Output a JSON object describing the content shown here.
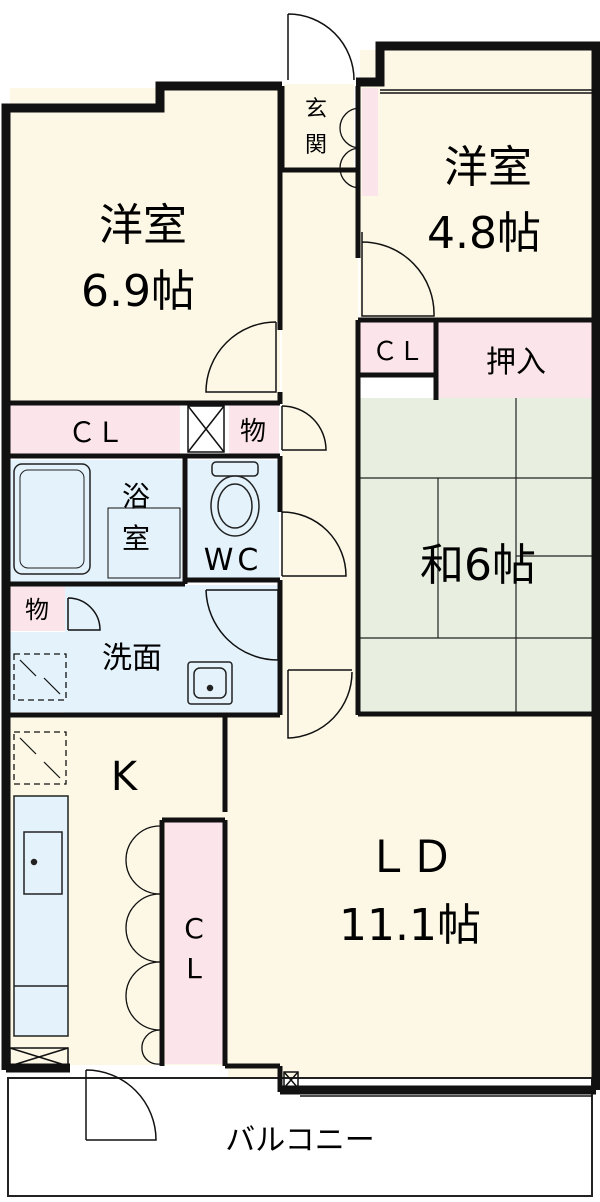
{
  "rooms": {
    "western_room_left": {
      "name": "洋室",
      "size": "6.9帖"
    },
    "western_room_right": {
      "name": "洋室",
      "size": "4.8帖"
    },
    "japanese_room": {
      "label": "和6帖"
    },
    "living_dining": {
      "name": "ＬＤ",
      "size": "11.1帖"
    },
    "kitchen": {
      "label": "K"
    },
    "washroom": {
      "label": "洗面"
    },
    "bathroom": {
      "line1": "浴",
      "line2": "室"
    },
    "toilet": {
      "label": "WC"
    },
    "entrance": {
      "line1": "玄",
      "line2": "関"
    },
    "balcony": {
      "label": "バルコニー"
    }
  },
  "storage": {
    "closet_left": "ＣＬ",
    "closet_right": "ＣＬ",
    "closet_kitchen_line1": "C",
    "closet_kitchen_line2": "L",
    "oshiire": "押入",
    "mono_hall": "物",
    "mono_washroom": "物"
  },
  "colors": {
    "wall": "#111111",
    "room_floor": "#fdf8e6",
    "tatami": "#e8efe0",
    "storage": "#fbe4ea",
    "wet_area": "#e3f2fb",
    "balcony": "#ffffff"
  }
}
